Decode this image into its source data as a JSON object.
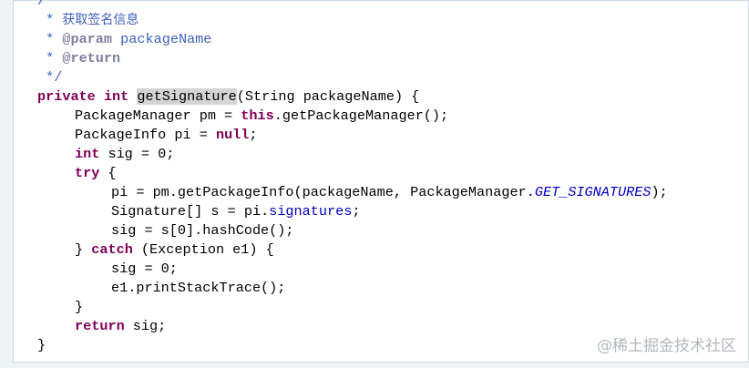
{
  "code_lines": [
    {
      "indent": 1,
      "tokens": [
        {
          "t": "/**",
          "c": "cm"
        }
      ]
    },
    {
      "indent": 1,
      "tokens": [
        {
          "t": " * ",
          "c": "cm"
        },
        {
          "t": "获取签名信息",
          "c": "cm cn"
        }
      ]
    },
    {
      "indent": 1,
      "tokens": [
        {
          "t": " * ",
          "c": "cm"
        },
        {
          "t": "@param",
          "c": "tag"
        },
        {
          "t": " packageName",
          "c": "cm"
        }
      ]
    },
    {
      "indent": 1,
      "tokens": [
        {
          "t": " * ",
          "c": "cm"
        },
        {
          "t": "@return",
          "c": "tag"
        }
      ]
    },
    {
      "indent": 1,
      "tokens": [
        {
          "t": " */",
          "c": "cm"
        }
      ]
    },
    {
      "indent": 1,
      "tokens": [
        {
          "t": "private",
          "c": "kw"
        },
        {
          "t": " "
        },
        {
          "t": "int",
          "c": "kw"
        },
        {
          "t": " "
        },
        {
          "t": "getSignature",
          "c": "hl"
        },
        {
          "t": "(String packageName) {"
        }
      ]
    },
    {
      "indent": 2,
      "tokens": [
        {
          "t": "PackageManager pm = "
        },
        {
          "t": "this",
          "c": "kw"
        },
        {
          "t": ".getPackageManager();"
        }
      ]
    },
    {
      "indent": 2,
      "tokens": [
        {
          "t": "PackageInfo pi = "
        },
        {
          "t": "null",
          "c": "kw"
        },
        {
          "t": ";"
        }
      ]
    },
    {
      "indent": 2,
      "tokens": [
        {
          "t": "int",
          "c": "kw"
        },
        {
          "t": " sig = 0;"
        }
      ]
    },
    {
      "indent": 2,
      "tokens": [
        {
          "t": "try",
          "c": "kw"
        },
        {
          "t": " {"
        }
      ]
    },
    {
      "indent": 3,
      "tokens": [
        {
          "t": "pi = pm.getPackageInfo(packageName, PackageManager."
        },
        {
          "t": "GET_SIGNATURES",
          "c": "sfld"
        },
        {
          "t": ");"
        }
      ]
    },
    {
      "indent": 3,
      "tokens": [
        {
          "t": "Signature[] s = pi."
        },
        {
          "t": "signatures",
          "c": "fld"
        },
        {
          "t": ";"
        }
      ]
    },
    {
      "indent": 3,
      "tokens": [
        {
          "t": "sig = s[0].hashCode();"
        }
      ]
    },
    {
      "indent": 2,
      "tokens": [
        {
          "t": "} "
        },
        {
          "t": "catch",
          "c": "kw"
        },
        {
          "t": " (Exception e1) {"
        }
      ]
    },
    {
      "indent": 3,
      "tokens": [
        {
          "t": "sig = 0;"
        }
      ]
    },
    {
      "indent": 3,
      "tokens": [
        {
          "t": "e1.printStackTrace();"
        }
      ]
    },
    {
      "indent": 2,
      "tokens": [
        {
          "t": "}"
        }
      ]
    },
    {
      "indent": 2,
      "tokens": [
        {
          "t": "return",
          "c": "kw"
        },
        {
          "t": " sig;"
        }
      ]
    },
    {
      "indent": 1,
      "tokens": [
        {
          "t": "}"
        }
      ]
    }
  ],
  "watermark": "@稀土掘金技术社区",
  "colors": {
    "keyword": "#7f0055",
    "comment": "#3f5fbf",
    "javadoc_tag": "#7f7f9f",
    "field": "#0000c0",
    "highlight": "#d4d4d4",
    "background": "#ffffff"
  }
}
